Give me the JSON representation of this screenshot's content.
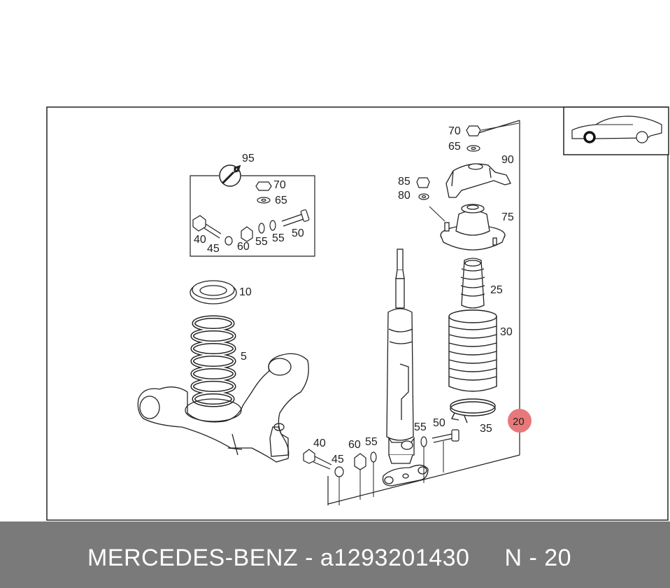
{
  "diagram": {
    "callouts": {
      "95": "95",
      "70a": "70",
      "65a": "65",
      "40a": "40",
      "45a": "45",
      "60a": "60",
      "55a": "55",
      "55b": "55",
      "50a": "50",
      "10": "10",
      "5": "5",
      "70b": "70",
      "65b": "65",
      "90": "90",
      "85": "85",
      "80": "80",
      "75": "75",
      "25": "25",
      "30": "30",
      "20": "20",
      "35": "35",
      "55c": "55",
      "50b": "50",
      "40b": "40",
      "45b": "45",
      "60b": "60",
      "55d": "55"
    },
    "highlight_color": "#e8787a"
  },
  "footer": {
    "brand": "MERCEDES-BENZ",
    "separator": " - ",
    "part_number": "a1293201430",
    "ref_label": "N - 20"
  },
  "colors": {
    "footer_bg": "#7a7a7a",
    "footer_text": "#ffffff",
    "line": "#222222"
  }
}
